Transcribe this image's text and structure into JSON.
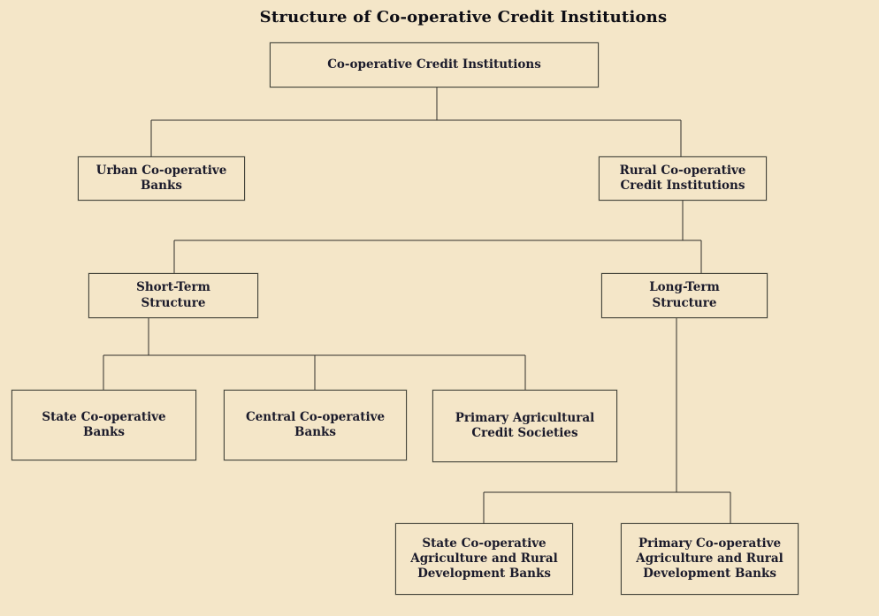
{
  "title": "Structure of Co-operative Credit Institutions",
  "colors": {
    "background": "#f4e6c8",
    "box-fill": "#f4e6c8",
    "box-border": "#45453b",
    "text": "#1b1b2b",
    "line": "#2f2f2a",
    "title-color": "#0d0d14"
  },
  "nodes": {
    "root": {
      "label": "Co-operative Credit Institutions"
    },
    "urban": {
      "label": "Urban Co-operative\nBanks"
    },
    "rural": {
      "label": "Rural Co-operative\nCredit Institutions"
    },
    "short_term": {
      "label": "Short-Term\nStructure"
    },
    "long_term": {
      "label": "Long-Term\nStructure"
    },
    "state_coop": {
      "label": "State Co-operative\nBanks"
    },
    "central_coop": {
      "label": "Central Co-operative\nBanks"
    },
    "pacs": {
      "label": "Primary Agricultural\nCredit Societies"
    },
    "scard": {
      "label": "State Co-operative\nAgriculture and Rural\nDevelopment Banks"
    },
    "pcard": {
      "label": "Primary Co-operative\nAgriculture and Rural\nDevelopment Banks"
    }
  }
}
